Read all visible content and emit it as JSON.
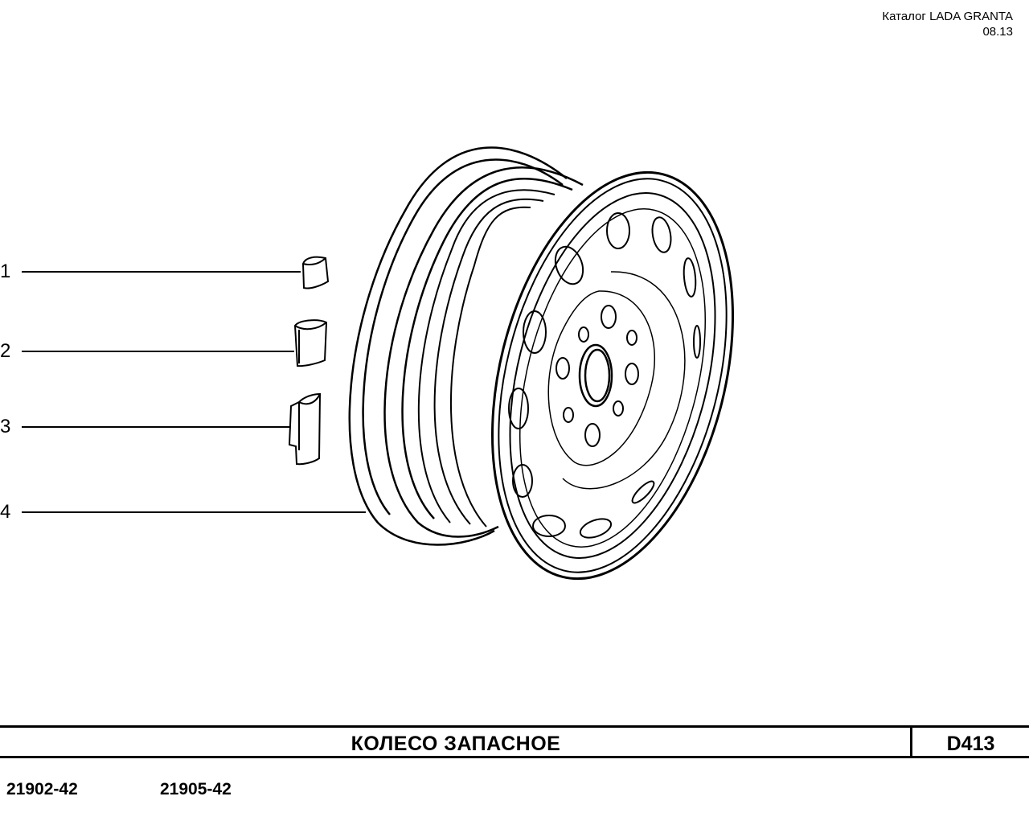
{
  "header": {
    "catalog": "Каталог  LADA  GRANTA",
    "date": "08.13"
  },
  "callouts": [
    {
      "number": "1",
      "part": "balance-weight-small"
    },
    {
      "number": "2",
      "part": "balance-weight-medium"
    },
    {
      "number": "3",
      "part": "balance-weight-large"
    },
    {
      "number": "4",
      "part": "wheel"
    }
  ],
  "title_bar": {
    "title": "КОЛЕСО  ЗАПАСНОЕ",
    "page_code": "D413"
  },
  "models": [
    "21902-42",
    "21905-42"
  ]
}
